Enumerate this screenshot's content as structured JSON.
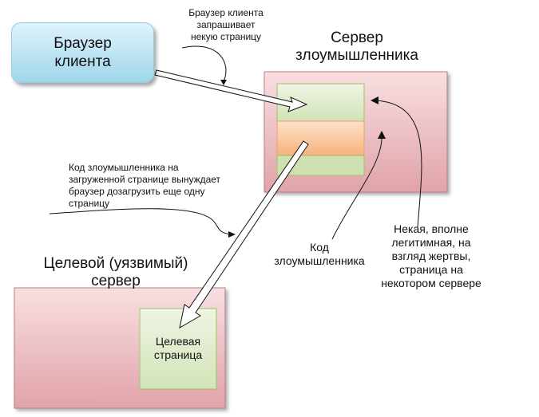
{
  "client": {
    "label_line1": "Браузер",
    "label_line2": "клиента"
  },
  "notes": {
    "browser_request": [
      "Браузер клиента",
      "запрашивает",
      "некую страницу"
    ],
    "attacker_code_forces": [
      "Код злоумышленника на",
      "загруженной странице вынуждает",
      "браузер дозагрузить еще одну",
      "страницу"
    ]
  },
  "attacker_server": {
    "title_line1": "Сервер",
    "title_line2": "злоумышленника"
  },
  "target_server": {
    "title_line1": "Целевой (уязвимый)",
    "title_line2": "сервер"
  },
  "target_page": {
    "label_line1": "Целевая",
    "label_line2": "страница"
  },
  "callouts": {
    "attacker_code": [
      "Код",
      "злоумышленника"
    ],
    "legit_page": [
      "Некая, вполне",
      "легитимная, на",
      "взгляд жертвы,",
      "страница на",
      "некотором сервере"
    ]
  },
  "colors": {
    "server_fill": "#efc2c6",
    "server_border": "#c07a80",
    "page_green": "#dbe8c6",
    "code_orange": "#f8c9a0",
    "page_border": "#a3bd6a",
    "client_blue": "#a8dcf0"
  }
}
